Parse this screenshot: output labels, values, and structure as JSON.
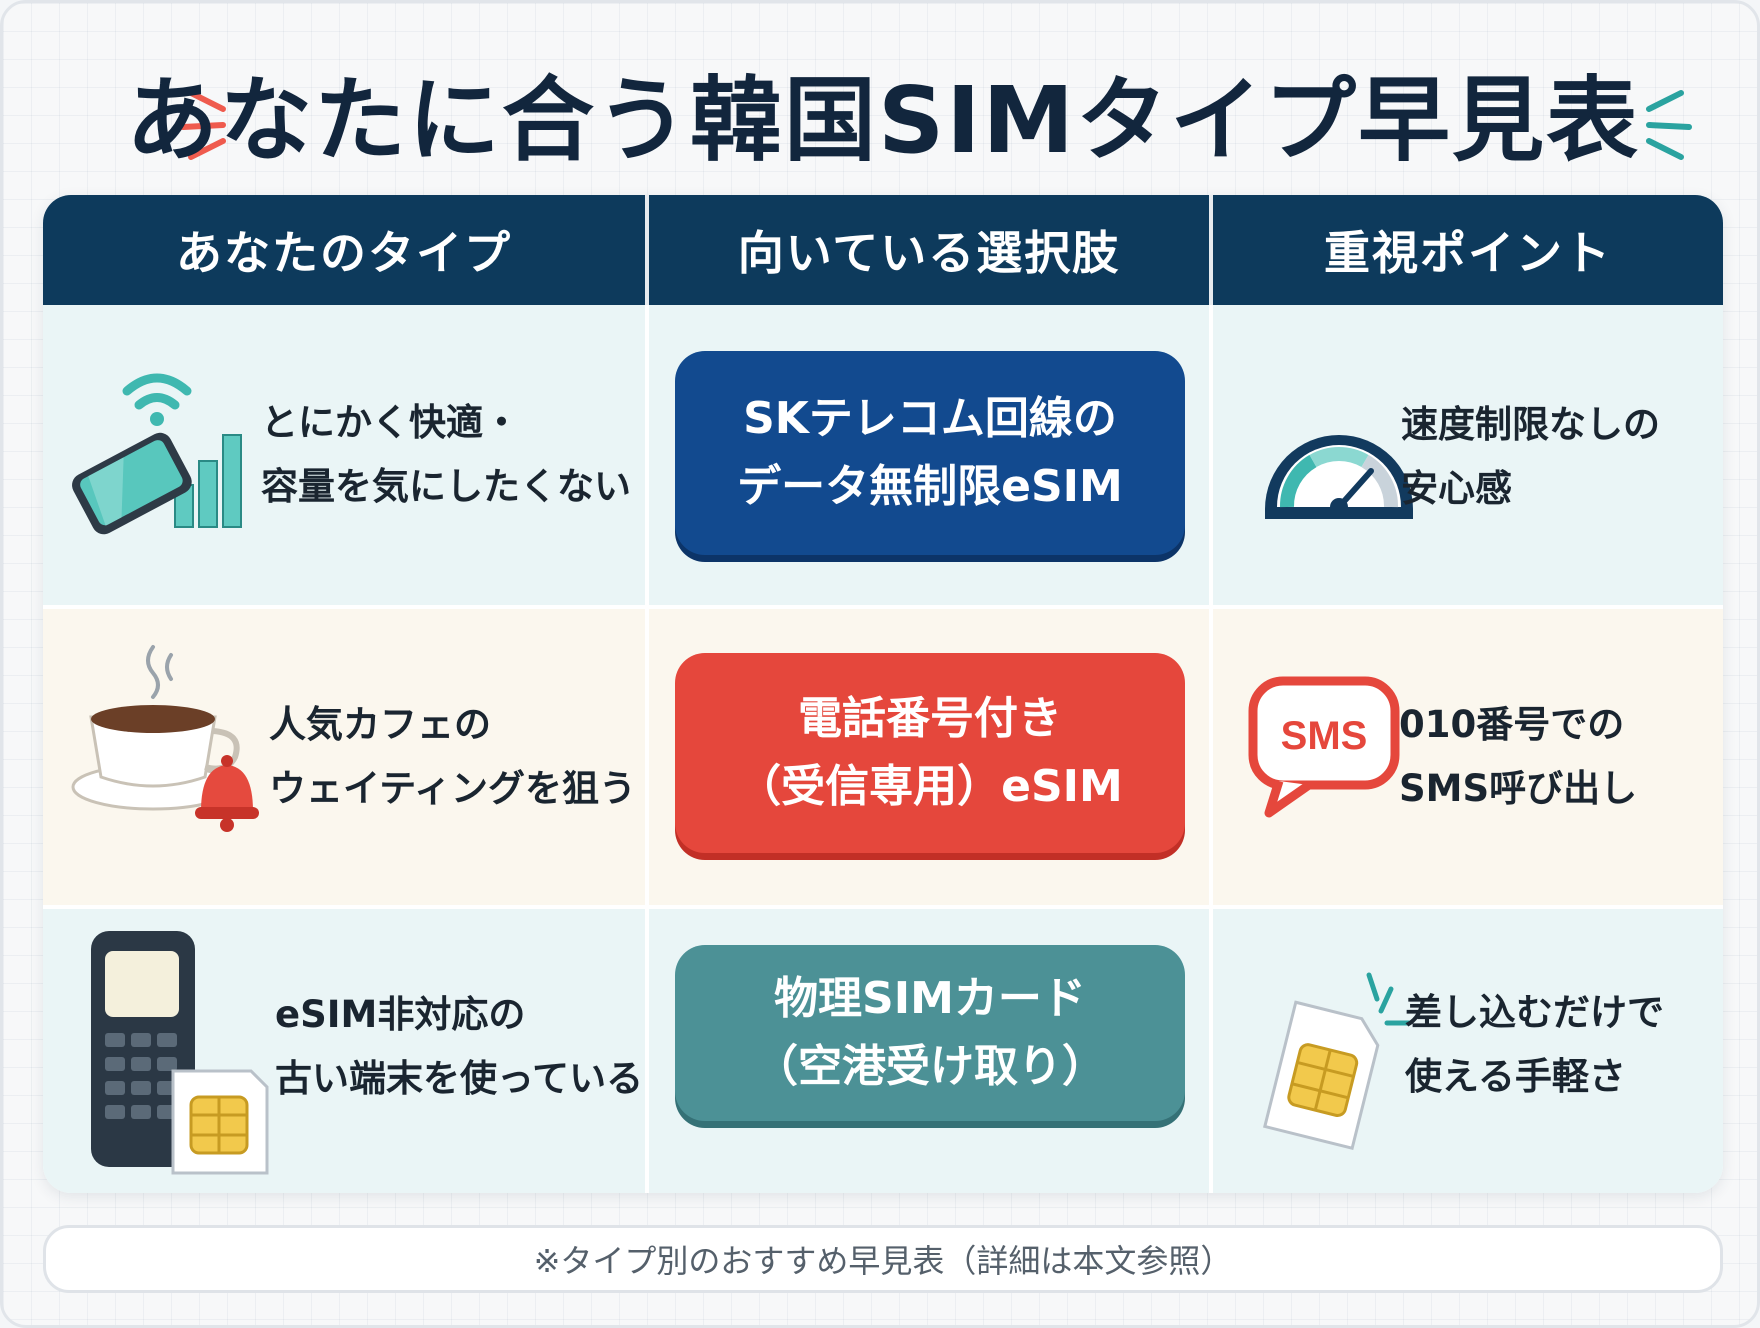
{
  "title": "あなたに合う韓国SIMタイプ早見表",
  "headers": {
    "type": "あなたのタイプ",
    "choice": "向いている選択肢",
    "point": "重視ポイント"
  },
  "rows": [
    {
      "type_lines": [
        "とにかく快適・",
        "容量を気にしたくない"
      ],
      "choice_lines": [
        "SKテレコム回線の",
        "データ無制限eSIM"
      ],
      "point_lines": [
        "速度制限なしの",
        "安心感"
      ],
      "type_icon": "phone-wifi-signal-icon",
      "point_icon": "speedometer-icon"
    },
    {
      "type_lines": [
        "人気カフェの",
        "ウェイティングを狙う"
      ],
      "choice_lines": [
        "電話番号付き",
        "（受信専用）eSIM"
      ],
      "point_lines": [
        "010番号での",
        "SMS呼び出し"
      ],
      "type_icon": "coffee-bell-icon",
      "point_icon": "sms-bubble-icon",
      "sms_label": "SMS"
    },
    {
      "type_lines": [
        "eSIM非対応の",
        "古い端末を使っている"
      ],
      "choice_lines": [
        "物理SIMカード",
        "（空港受け取り）"
      ],
      "point_lines": [
        "差し込むだけで",
        "使える手軽さ"
      ],
      "type_icon": "feature-phone-sim-icon",
      "point_icon": "sim-card-icon"
    }
  ],
  "footer": "※タイプ別のおすすめ早見表（詳細は本文参照）",
  "colors": {
    "header_bg": "#0d3a5c",
    "choice_blue": "#124a8f",
    "choice_red": "#e5473c",
    "choice_teal": "#4c9196",
    "accent_teal": "#3fb8b0",
    "burst_red": "#ef5b4e",
    "burst_teal": "#2aa3a0"
  }
}
